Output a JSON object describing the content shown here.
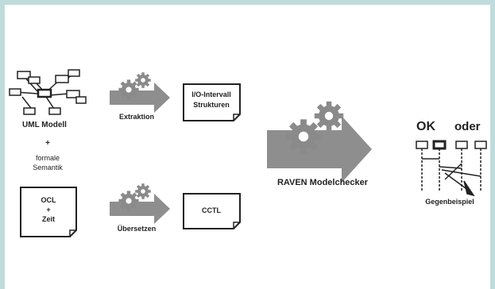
{
  "colors": {
    "frame_border": "#bfdcdc",
    "arrow_fill": "#8e8e8e",
    "gear_fill": "#8a8a8a",
    "ink": "#222222"
  },
  "labels": {
    "uml_model": "UML Modell",
    "plus_1": "+",
    "formal_semantics_line1": "formale",
    "formal_semantics_line2": "Semantik",
    "ocl_box_line1": "OCL",
    "ocl_box_line2": "+",
    "ocl_box_line3": "Zeit",
    "extraction": "Extraktion",
    "io_interval_line1": "I/O-Intervall",
    "io_interval_line2": "Strukturen",
    "translate": "Übersetzen",
    "cctl": "CCTL",
    "raven": "RAVEN Modelchecker",
    "ok": "OK",
    "or": "oder",
    "counterexample": "Gegenbeispiel"
  }
}
